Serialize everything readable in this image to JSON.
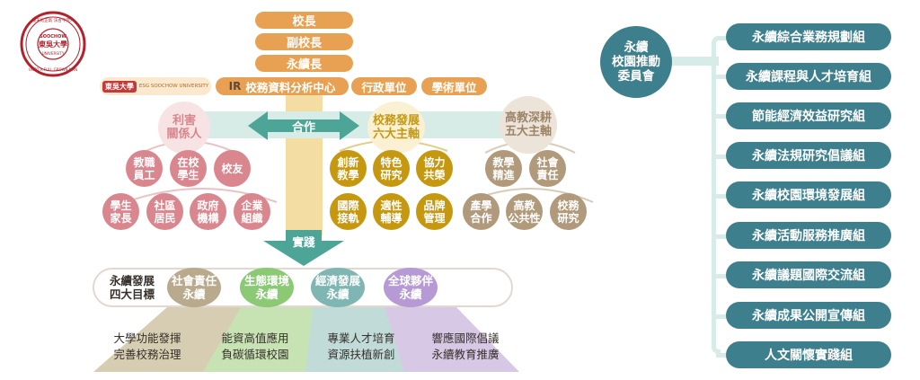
{
  "logo": {
    "top_text": "養天地正氣 法古今完人",
    "center_text": "東吳大學",
    "latin": "SOOCHOW UNIVERSITY",
    "motto": "UNTO A FULL GROWN MAN"
  },
  "top": {
    "president": "校長",
    "vice_president": "副校長",
    "sustainability_head": "永續長"
  },
  "units": {
    "logo_box_text": "東吳大學",
    "esg_text": "ESG SOOCHOW UNIVERSITY",
    "analysis_center": "校務資料分析中心",
    "administrative": "行政單位",
    "academic": "學術單位"
  },
  "cooperate": "合作",
  "practice": "實踐",
  "stakeholders": {
    "hub": [
      "利害",
      "關係人"
    ],
    "items": [
      [
        "教職",
        "員工"
      ],
      [
        "在校",
        "學生"
      ],
      [
        "校友"
      ],
      [
        "學生",
        "家長"
      ],
      [
        "社區",
        "居民"
      ],
      [
        "政府",
        "機構"
      ],
      [
        "企業",
        "組織"
      ]
    ]
  },
  "development": {
    "hub": [
      "校務發展",
      "六大主軸"
    ],
    "items": [
      [
        "創新",
        "教學"
      ],
      [
        "特色",
        "研究"
      ],
      [
        "協力",
        "共榮"
      ],
      [
        "國際",
        "接軌"
      ],
      [
        "適性",
        "輔導"
      ],
      [
        "品牌",
        "管理"
      ]
    ]
  },
  "higher_ed": {
    "hub": [
      "高教深耕",
      "五大主軸"
    ],
    "items": [
      [
        "教學",
        "精進"
      ],
      [
        "社會",
        "責任"
      ],
      [
        "產學",
        "合作"
      ],
      [
        "高教",
        "公共性"
      ],
      [
        "校務",
        "研究"
      ]
    ]
  },
  "goals": {
    "label": [
      "永續發展",
      "四大目標"
    ],
    "circles": [
      {
        "text": [
          "社會責任",
          "永續"
        ],
        "color": "#b9aa8e"
      },
      {
        "text": [
          "生態環境",
          "永續"
        ],
        "color": "#8bc975"
      },
      {
        "text": [
          "經濟發展",
          "永續"
        ],
        "color": "#7fb6b3"
      },
      {
        "text": [
          "全球夥伴",
          "永續"
        ],
        "color": "#b69ad5"
      }
    ],
    "boxes": [
      {
        "text": [
          "大學功能發揮",
          "完善校務治理"
        ],
        "color": "#d7cdb2"
      },
      {
        "text": [
          "能資高值應用",
          "負碳循環校園"
        ],
        "color": "#c7e3b4"
      },
      {
        "text": [
          "專業人才培育",
          "資源扶植新創"
        ],
        "color": "#c1dbd9"
      },
      {
        "text": [
          "響應國際倡議",
          "永續教育推廣"
        ],
        "color": "#d7c8e6"
      }
    ]
  },
  "committee": {
    "title": [
      "永續",
      "校園推動",
      "委員會"
    ]
  },
  "groups": [
    "永續綜合業務規劃組",
    "永續課程與人才培育組",
    "節能經濟效益研究組",
    "永續法規研究倡議組",
    "永續校園環境發展組",
    "永續活動服務推廣組",
    "永續議題國際交流組",
    "永續成果公開宣傳組",
    "人文關懷實踐組"
  ],
  "colors": {
    "orange": "#e8a152",
    "beige": "#f3dda2",
    "mint": "#d7ece6",
    "teal": "#3e7f8d",
    "arrow_teal": "#4da597",
    "pink_bubble": "#d9868e",
    "gold_bubble": "#c5980f",
    "tan_bubble": "#b19a7b",
    "logo_red": "#b3222b"
  }
}
